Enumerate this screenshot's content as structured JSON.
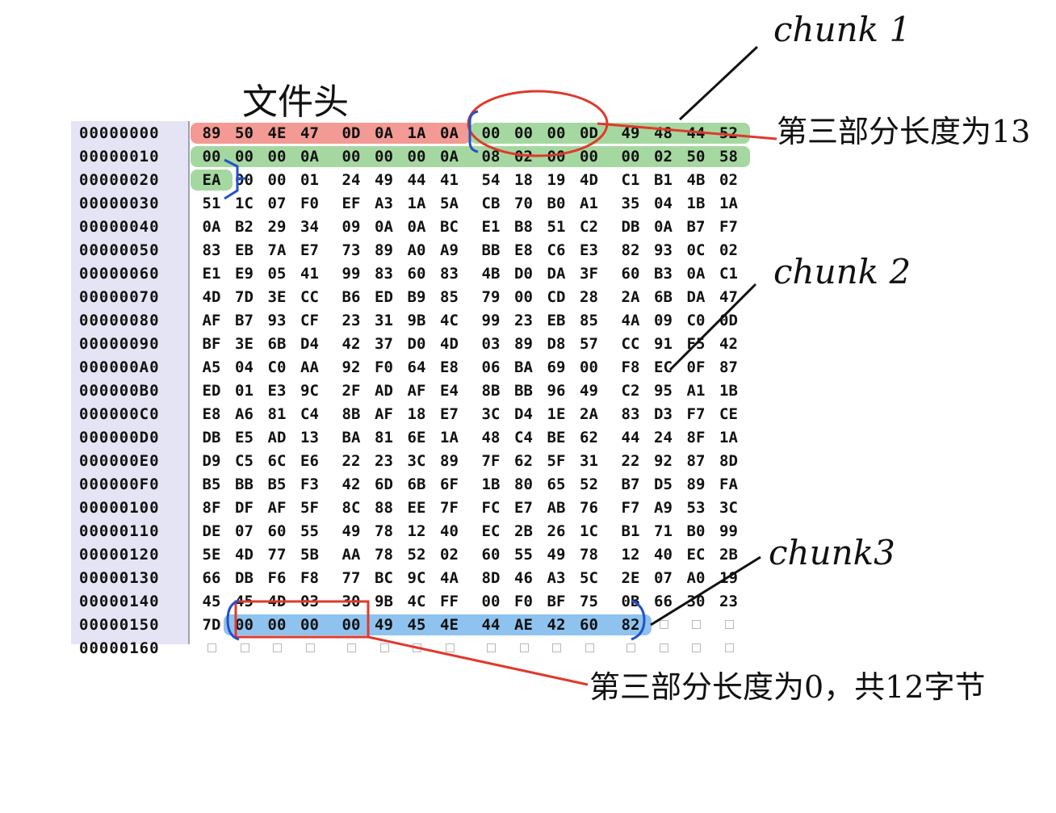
{
  "hex_rows": [
    {
      "offset": "00000000",
      "bytes": [
        "89",
        "50",
        "4E",
        "47",
        "0D",
        "0A",
        "1A",
        "0A",
        "00",
        "00",
        "00",
        "0D",
        "49",
        "48",
        "44",
        "52"
      ]
    },
    {
      "offset": "00000010",
      "bytes": [
        "00",
        "00",
        "00",
        "0A",
        "00",
        "00",
        "00",
        "0A",
        "08",
        "02",
        "00",
        "00",
        "00",
        "02",
        "50",
        "58"
      ]
    },
    {
      "offset": "00000020",
      "bytes": [
        "EA",
        "00",
        "00",
        "01",
        "24",
        "49",
        "44",
        "41",
        "54",
        "18",
        "19",
        "4D",
        "C1",
        "B1",
        "4B",
        "02"
      ]
    },
    {
      "offset": "00000030",
      "bytes": [
        "51",
        "1C",
        "07",
        "F0",
        "EF",
        "A3",
        "1A",
        "5A",
        "CB",
        "70",
        "B0",
        "A1",
        "35",
        "04",
        "1B",
        "1A"
      ]
    },
    {
      "offset": "00000040",
      "bytes": [
        "0A",
        "B2",
        "29",
        "34",
        "09",
        "0A",
        "0A",
        "BC",
        "E1",
        "B8",
        "51",
        "C2",
        "DB",
        "0A",
        "B7",
        "F7"
      ]
    },
    {
      "offset": "00000050",
      "bytes": [
        "83",
        "EB",
        "7A",
        "E7",
        "73",
        "89",
        "A0",
        "A9",
        "BB",
        "E8",
        "C6",
        "E3",
        "82",
        "93",
        "0C",
        "02"
      ]
    },
    {
      "offset": "00000060",
      "bytes": [
        "E1",
        "E9",
        "05",
        "41",
        "99",
        "83",
        "60",
        "83",
        "4B",
        "D0",
        "DA",
        "3F",
        "60",
        "B3",
        "0A",
        "C1"
      ]
    },
    {
      "offset": "00000070",
      "bytes": [
        "4D",
        "7D",
        "3E",
        "CC",
        "B6",
        "ED",
        "B9",
        "85",
        "79",
        "00",
        "CD",
        "28",
        "2A",
        "6B",
        "DA",
        "47"
      ]
    },
    {
      "offset": "00000080",
      "bytes": [
        "AF",
        "B7",
        "93",
        "CF",
        "23",
        "31",
        "9B",
        "4C",
        "99",
        "23",
        "EB",
        "85",
        "4A",
        "09",
        "C0",
        "0D"
      ]
    },
    {
      "offset": "00000090",
      "bytes": [
        "BF",
        "3E",
        "6B",
        "D4",
        "42",
        "37",
        "D0",
        "4D",
        "03",
        "89",
        "D8",
        "57",
        "CC",
        "91",
        "F5",
        "42"
      ]
    },
    {
      "offset": "000000A0",
      "bytes": [
        "A5",
        "04",
        "C0",
        "AA",
        "92",
        "F0",
        "64",
        "E8",
        "06",
        "BA",
        "69",
        "00",
        "F8",
        "EC",
        "0F",
        "87"
      ]
    },
    {
      "offset": "000000B0",
      "bytes": [
        "ED",
        "01",
        "E3",
        "9C",
        "2F",
        "AD",
        "AF",
        "E4",
        "8B",
        "BB",
        "96",
        "49",
        "C2",
        "95",
        "A1",
        "1B"
      ]
    },
    {
      "offset": "000000C0",
      "bytes": [
        "E8",
        "A6",
        "81",
        "C4",
        "8B",
        "AF",
        "18",
        "E7",
        "3C",
        "D4",
        "1E",
        "2A",
        "83",
        "D3",
        "F7",
        "CE"
      ]
    },
    {
      "offset": "000000D0",
      "bytes": [
        "DB",
        "E5",
        "AD",
        "13",
        "BA",
        "81",
        "6E",
        "1A",
        "48",
        "C4",
        "BE",
        "62",
        "44",
        "24",
        "8F",
        "1A"
      ]
    },
    {
      "offset": "000000E0",
      "bytes": [
        "D9",
        "C5",
        "6C",
        "E6",
        "22",
        "23",
        "3C",
        "89",
        "7F",
        "62",
        "5F",
        "31",
        "22",
        "92",
        "87",
        "8D"
      ]
    },
    {
      "offset": "000000F0",
      "bytes": [
        "B5",
        "BB",
        "B5",
        "F3",
        "42",
        "6D",
        "6B",
        "6F",
        "1B",
        "80",
        "65",
        "52",
        "B7",
        "D5",
        "89",
        "FA"
      ]
    },
    {
      "offset": "00000100",
      "bytes": [
        "8F",
        "DF",
        "AF",
        "5F",
        "8C",
        "88",
        "EE",
        "7F",
        "FC",
        "E7",
        "AB",
        "76",
        "F7",
        "A9",
        "53",
        "3C"
      ]
    },
    {
      "offset": "00000110",
      "bytes": [
        "DE",
        "07",
        "60",
        "55",
        "49",
        "78",
        "12",
        "40",
        "EC",
        "2B",
        "26",
        "1C",
        "B1",
        "71",
        "B0",
        "99"
      ]
    },
    {
      "offset": "00000120",
      "bytes": [
        "5E",
        "4D",
        "77",
        "5B",
        "AA",
        "78",
        "52",
        "02",
        "60",
        "55",
        "49",
        "78",
        "12",
        "40",
        "EC",
        "2B"
      ]
    },
    {
      "offset": "00000130",
      "bytes": [
        "66",
        "DB",
        "F6",
        "F8",
        "77",
        "BC",
        "9C",
        "4A",
        "8D",
        "46",
        "A3",
        "5C",
        "2E",
        "07",
        "A0",
        "19"
      ]
    },
    {
      "offset": "00000140",
      "bytes": [
        "45",
        "45",
        "4D",
        "03",
        "30",
        "9B",
        "4C",
        "FF",
        "00",
        "F0",
        "BF",
        "75",
        "0B",
        "66",
        "30",
        "23"
      ]
    },
    {
      "offset": "00000150",
      "bytes": [
        "7D",
        "00",
        "00",
        "00",
        "00",
        "49",
        "45",
        "4E",
        "44",
        "AE",
        "42",
        "60",
        "82",
        "",
        "",
        ""
      ]
    },
    {
      "offset": "00000160",
      "bytes": [
        "",
        "",
        "",
        "",
        "",
        "",
        "",
        "",
        "",
        "",
        "",
        "",
        "",
        "",
        "",
        ""
      ]
    }
  ],
  "annotations": {
    "file_header": "文件头",
    "chunk1": "chunk 1",
    "chunk2": "chunk 2",
    "chunk3": "chunk3",
    "length13": "第三部分长度为13",
    "length0": "第三部分长度为0，共12字节"
  },
  "colors": {
    "header_red": "#f29a93",
    "chunk1_green": "#a5d8a0",
    "chunk3_blue": "#8fc3ef",
    "pen_red": "#e0392c",
    "bracket_blue": "#2450c8"
  }
}
